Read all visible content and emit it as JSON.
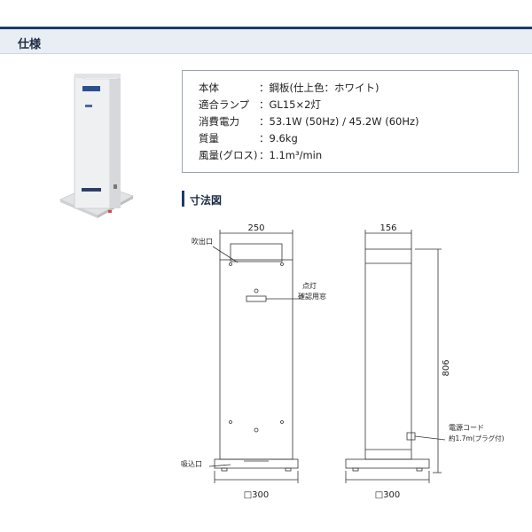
{
  "section_title": "仕様",
  "specs": [
    {
      "label": "本体",
      "value": "：鋼板(仕上色：ホワイト)"
    },
    {
      "label": "適合ランプ",
      "value": "：GL15×2灯"
    },
    {
      "label": "消費電力",
      "value": "：53.1W (50Hz) / 45.2W (60Hz)"
    },
    {
      "label": "質量",
      "value": "：9.6kg"
    },
    {
      "label": "風量(グロス)",
      "value": "：1.1m³/min"
    }
  ],
  "dimensions_title": "寸法図",
  "drawing": {
    "width_label": "250",
    "depth_label": "156",
    "height_label": "806",
    "base_front_label": "□300",
    "base_side_label": "□300",
    "outlet_label": "吹出口",
    "inlet_label": "吸込口",
    "window_label_1": "点灯",
    "window_label_2": "確認用窓",
    "cord_label_1": "電源コード",
    "cord_label_2": "約1.7m(プラグ付)"
  },
  "colors": {
    "accent": "#1f3b66",
    "header_bg": "#e9eef4",
    "spec_border": "#9aa3ad"
  }
}
